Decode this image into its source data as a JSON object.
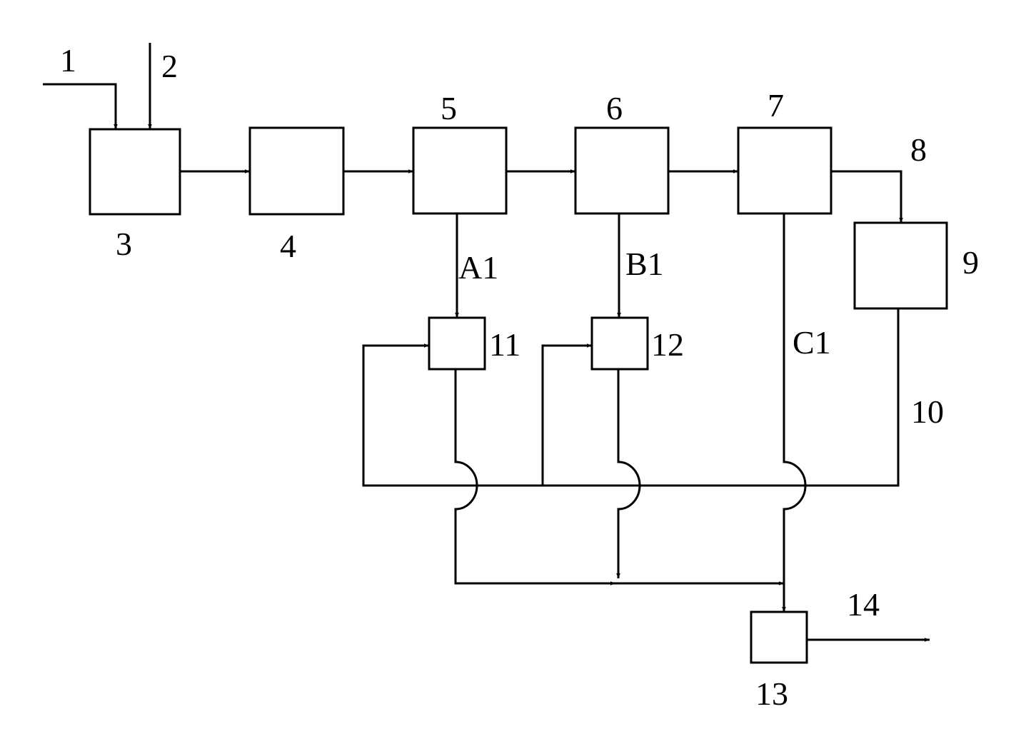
{
  "labels": {
    "n1": "1",
    "n2": "2",
    "n3": "3",
    "n4": "4",
    "n5": "5",
    "n6": "6",
    "n7": "7",
    "n8": "8",
    "n9": "9",
    "n10": "10",
    "n11": "11",
    "n12": "12",
    "n13": "13",
    "n14": "14",
    "a1": "A1",
    "b1": "B1",
    "c1": "C1"
  }
}
